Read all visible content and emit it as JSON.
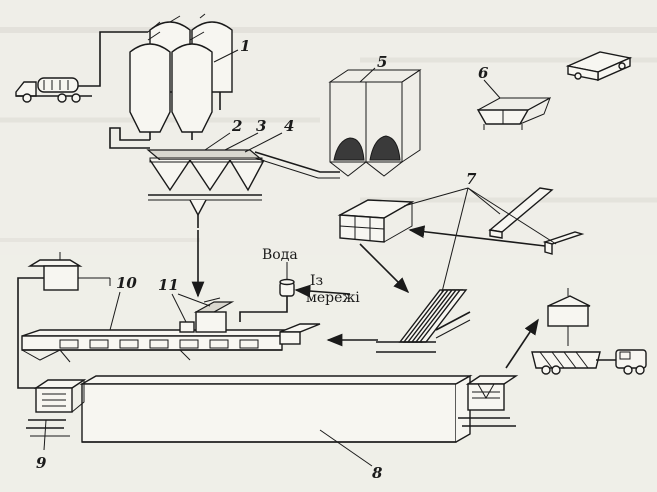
{
  "labels": {
    "n1": "1",
    "n2": "2",
    "n3": "3",
    "n4": "4",
    "n5": "5",
    "n6": "6",
    "n7": "7",
    "n8": "8",
    "n9": "9",
    "n10": "10",
    "n11": "11",
    "water": "Вода",
    "from_line1": "Із",
    "from_line2": "мережі"
  }
}
